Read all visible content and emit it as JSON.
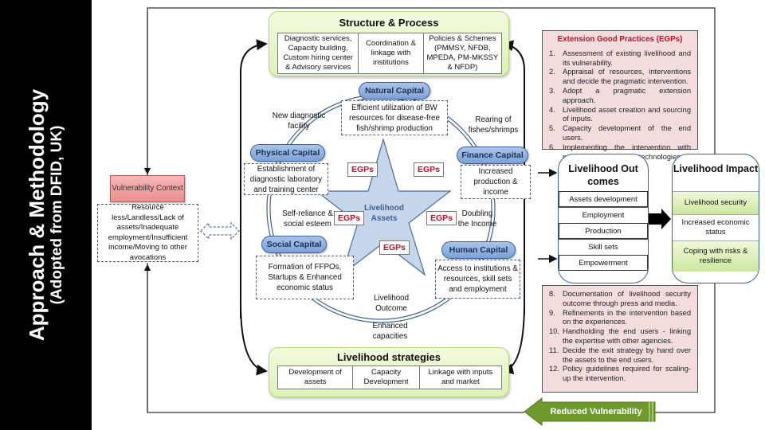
{
  "title": {
    "main": "Approach & Methodology",
    "sub": "(Adopted from DFID, UK)"
  },
  "structure_process": {
    "title": "Structure & Process",
    "cells": [
      "Diagnostic services, Capacity building, Custom hiring center & Advisory services",
      "Coordination & linkage with institutions",
      "Policies & Schemes (PMMSY, NFDB, MPEDA, PM-MKSSY & NFDP)"
    ]
  },
  "livelihood_strategies": {
    "title": "Livelihood strategies",
    "cells": [
      "Development of assets",
      "Capacity Development",
      "Linkage with inputs and market"
    ]
  },
  "vulnerability": {
    "context_label": "Vulnerability Context",
    "detail": "Resource less/Landless/Lack of assets/Inadequate employment/Insufficient income/Moving to other avocations"
  },
  "pentagon": {
    "center_label": "Livelihood Assets",
    "capitals": {
      "natural": {
        "label": "Natural Capital",
        "detail": "Efficient utilization of BW resources for disease-free fish/shrimp production"
      },
      "physical": {
        "label": "Physical Capital",
        "detail": "Establishment of diagnostic laboratory and training center"
      },
      "finance": {
        "label": "Finance Capital",
        "detail": "Increased production & income"
      },
      "social": {
        "label": "Social Capital",
        "detail": "Formation of FFPOs, Startups & Enhanced economic status"
      },
      "human": {
        "label": "Human Capital",
        "detail": "Access to institutions & resources, skill sets and employment"
      }
    },
    "arc_labels": {
      "natural_physical": "New diagnostic facility",
      "natural_finance": "Rearing of fishes/shrimps",
      "physical_social": "Self-reliance & social esteem",
      "finance_human": "Doubling the Income",
      "social_human_inner": "Livelihood Outcome",
      "social_human_outer": "Enhanced capacities"
    },
    "egp_tag": "EGPs"
  },
  "egp_panel": {
    "heading": "Extension Good Practices (EGPs)",
    "items_top": [
      {
        "num": "1.",
        "text": "Assessment of existing livelihood and its vulnerability."
      },
      {
        "num": "2.",
        "text": "Appraisal of resources, interventions and decide the pragmatic intervention."
      },
      {
        "num": "3.",
        "text": "Adopt a pragmatic extension approach."
      },
      {
        "num": "4.",
        "text": "Livelihood asset creation and sourcing of inputs."
      },
      {
        "num": "5.",
        "text": "Capacity development of the end users."
      },
      {
        "num": "6.",
        "text": "Implementing the intervention with provision of inputs and technologies."
      }
    ],
    "items_bottom": [
      {
        "num": "8.",
        "text": "Documentation of livelihood security outcome through press and media."
      },
      {
        "num": "9.",
        "text": "Refinements in the intervention based on the experiences."
      },
      {
        "num": "10.",
        "text": "Handholding the end users - linking the expertise with other agencies."
      },
      {
        "num": "11.",
        "text": "Decide the exit strategy by hand over the assets to the end users."
      },
      {
        "num": "12.",
        "text": "Policy guidelines required for scaling-up the intervention."
      }
    ]
  },
  "outcomes": {
    "title": "Livelihood Out comes",
    "items": [
      "Assets development",
      "Employment",
      "Production",
      "Skill sets",
      "Empowerment"
    ]
  },
  "impact": {
    "title": "Livelihood Impact",
    "items": [
      "Livelihood security",
      "Increased economic status",
      "Coping with risks & resilience"
    ]
  },
  "reduced_vulnerability": "Reduced Vulnerability",
  "colors": {
    "green_fill": "#dff0b8",
    "capital_blue": "#7da2d6",
    "egp_red": "#c0112a",
    "egp_pink": "#f2dcdc",
    "vulnerability_red": "#ec8e8e",
    "reduced_green": "#6f9a2e"
  }
}
